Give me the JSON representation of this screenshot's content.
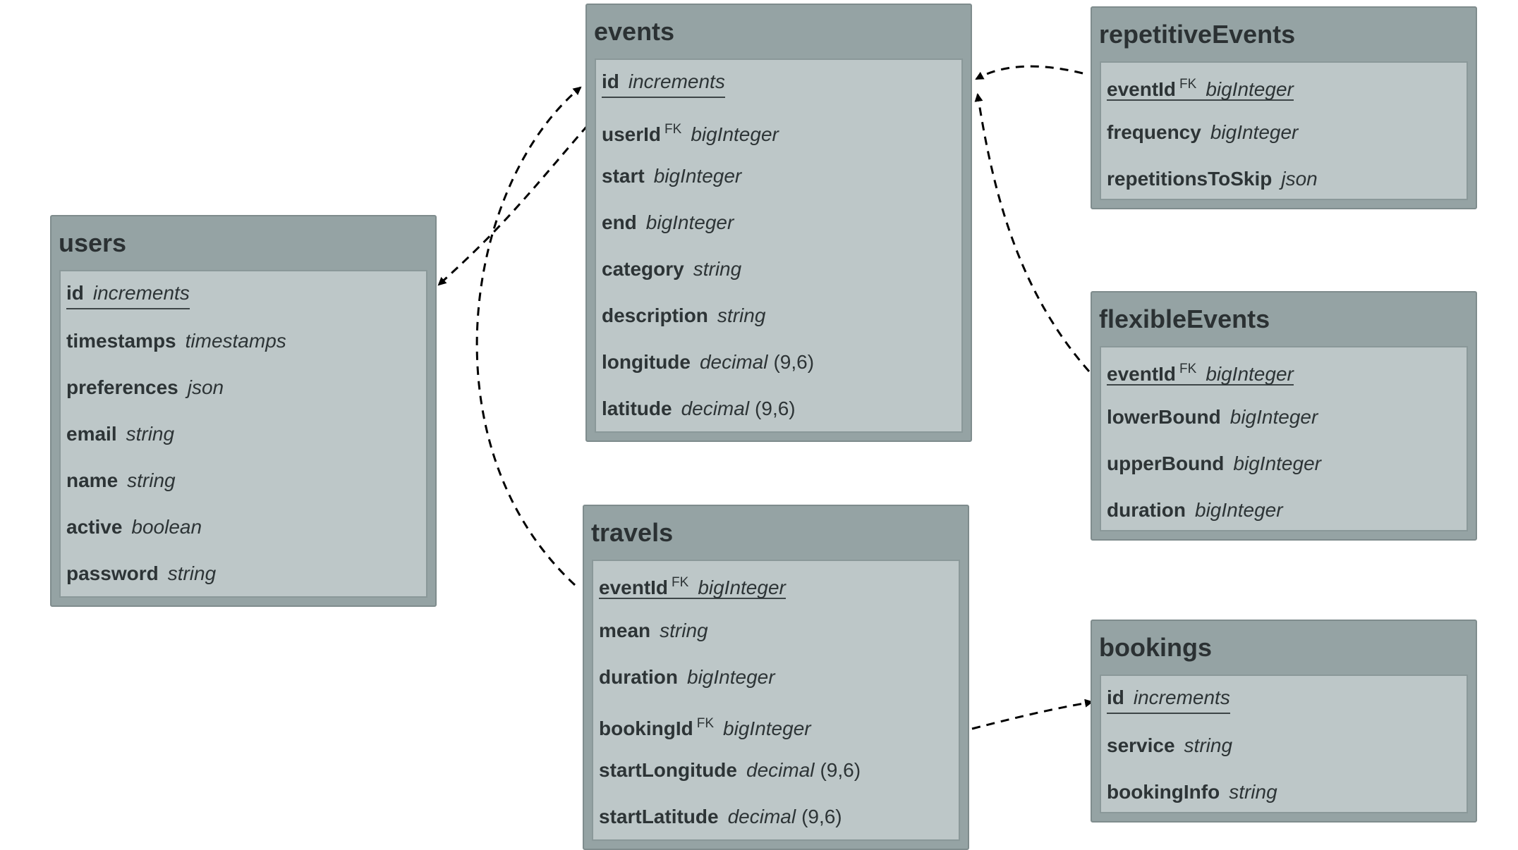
{
  "tables": {
    "users": {
      "name": "users",
      "columns": [
        {
          "name": "id",
          "type": "increments",
          "fk": "",
          "extra": ""
        },
        {
          "name": "timestamps",
          "type": "timestamps",
          "fk": "",
          "extra": ""
        },
        {
          "name": "preferences",
          "type": "json",
          "fk": "",
          "extra": ""
        },
        {
          "name": "email",
          "type": "string",
          "fk": "",
          "extra": ""
        },
        {
          "name": "name",
          "type": "string",
          "fk": "",
          "extra": ""
        },
        {
          "name": "active",
          "type": "boolean",
          "fk": "",
          "extra": ""
        },
        {
          "name": "password",
          "type": "string",
          "fk": "",
          "extra": ""
        }
      ]
    },
    "events": {
      "name": "events",
      "columns": [
        {
          "name": "id",
          "type": "increments",
          "fk": "",
          "extra": ""
        },
        {
          "name": "userId",
          "type": "bigInteger",
          "fk": "FK",
          "extra": ""
        },
        {
          "name": "start",
          "type": "bigInteger",
          "fk": "",
          "extra": ""
        },
        {
          "name": "end",
          "type": "bigInteger",
          "fk": "",
          "extra": ""
        },
        {
          "name": "category",
          "type": "string",
          "fk": "",
          "extra": ""
        },
        {
          "name": "description",
          "type": "string",
          "fk": "",
          "extra": ""
        },
        {
          "name": "longitude",
          "type": "decimal",
          "fk": "",
          "extra": "(9,6)"
        },
        {
          "name": "latitude",
          "type": "decimal",
          "fk": "",
          "extra": "(9,6)"
        }
      ]
    },
    "travels": {
      "name": "travels",
      "columns": [
        {
          "name": "eventId",
          "type": "bigInteger",
          "fk": "FK",
          "extra": ""
        },
        {
          "name": "mean",
          "type": "string",
          "fk": "",
          "extra": ""
        },
        {
          "name": "duration",
          "type": "bigInteger",
          "fk": "",
          "extra": ""
        },
        {
          "name": "bookingId",
          "type": "bigInteger",
          "fk": "FK",
          "extra": ""
        },
        {
          "name": "startLongitude",
          "type": "decimal",
          "fk": "",
          "extra": "(9,6)"
        },
        {
          "name": "startLatitude",
          "type": "decimal",
          "fk": "",
          "extra": "(9,6)"
        }
      ]
    },
    "repetitiveEvents": {
      "name": "repetitiveEvents",
      "columns": [
        {
          "name": "eventId",
          "type": "bigInteger",
          "fk": "FK",
          "extra": ""
        },
        {
          "name": "frequency",
          "type": "bigInteger",
          "fk": "",
          "extra": ""
        },
        {
          "name": "repetitionsToSkip",
          "type": "json",
          "fk": "",
          "extra": ""
        }
      ]
    },
    "flexibleEvents": {
      "name": "flexibleEvents",
      "columns": [
        {
          "name": "eventId",
          "type": "bigInteger",
          "fk": "FK",
          "extra": ""
        },
        {
          "name": "lowerBound",
          "type": "bigInteger",
          "fk": "",
          "extra": ""
        },
        {
          "name": "upperBound",
          "type": "bigInteger",
          "fk": "",
          "extra": ""
        },
        {
          "name": "duration",
          "type": "bigInteger",
          "fk": "",
          "extra": ""
        }
      ]
    },
    "bookings": {
      "name": "bookings",
      "columns": [
        {
          "name": "id",
          "type": "increments",
          "fk": "",
          "extra": ""
        },
        {
          "name": "service",
          "type": "string",
          "fk": "",
          "extra": ""
        },
        {
          "name": "bookingInfo",
          "type": "string",
          "fk": "",
          "extra": ""
        }
      ]
    }
  },
  "relations": [
    {
      "from": "events.userId",
      "to": "users"
    },
    {
      "from": "travels.eventId",
      "to": "events"
    },
    {
      "from": "repetitiveEvents.eventId",
      "to": "events"
    },
    {
      "from": "flexibleEvents.eventId",
      "to": "events"
    },
    {
      "from": "travels.bookingId",
      "to": "bookings"
    }
  ],
  "colors": {
    "header": "#95a3a4",
    "body": "#bdc7c8",
    "border": "#7f8c8d",
    "text": "#2d3436"
  }
}
